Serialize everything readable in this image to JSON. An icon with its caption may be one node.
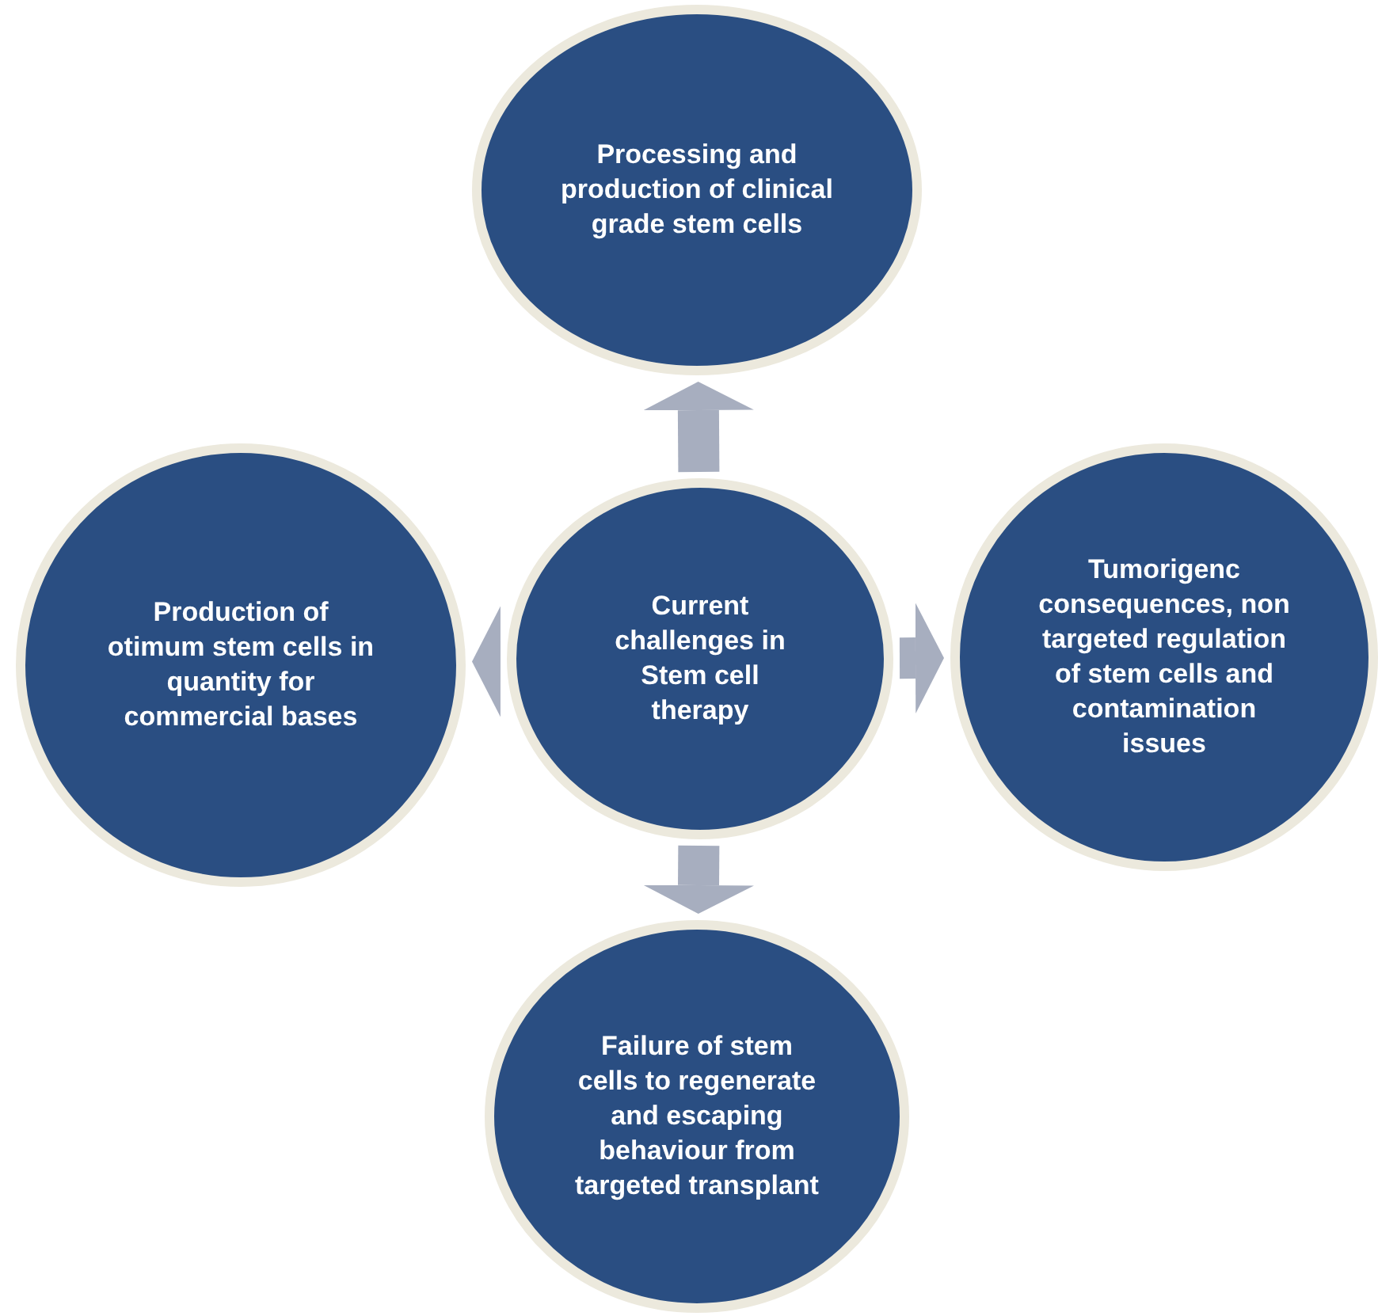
{
  "diagram": {
    "nodes": [
      {
        "text": [
          "Processing and production of clinical grade stem cells"
        ]
      },
      {
        "text": [
          "Production of otimum stem cells in quantity for commercial bases"
        ]
      },
      {
        "text": [
          "Current challenges in Stem cell therapy"
        ]
      },
      {
        "text": [
          "Tumorigenc consequences, non targeted regulation of stem cells and contamination issues"
        ]
      },
      {
        "text": [
          "Failure of stem cells to regenerate and escaping behaviour from targeted transplant"
        ]
      }
    ],
    "edges": [
      {
        "from": 2,
        "to": 0,
        "arrow": "to"
      },
      {
        "from": 2,
        "to": 1,
        "arrow": "to"
      },
      {
        "from": 2,
        "to": 3,
        "arrow": "to"
      },
      {
        "from": 2,
        "to": 4,
        "arrow": "to"
      }
    ]
  }
}
